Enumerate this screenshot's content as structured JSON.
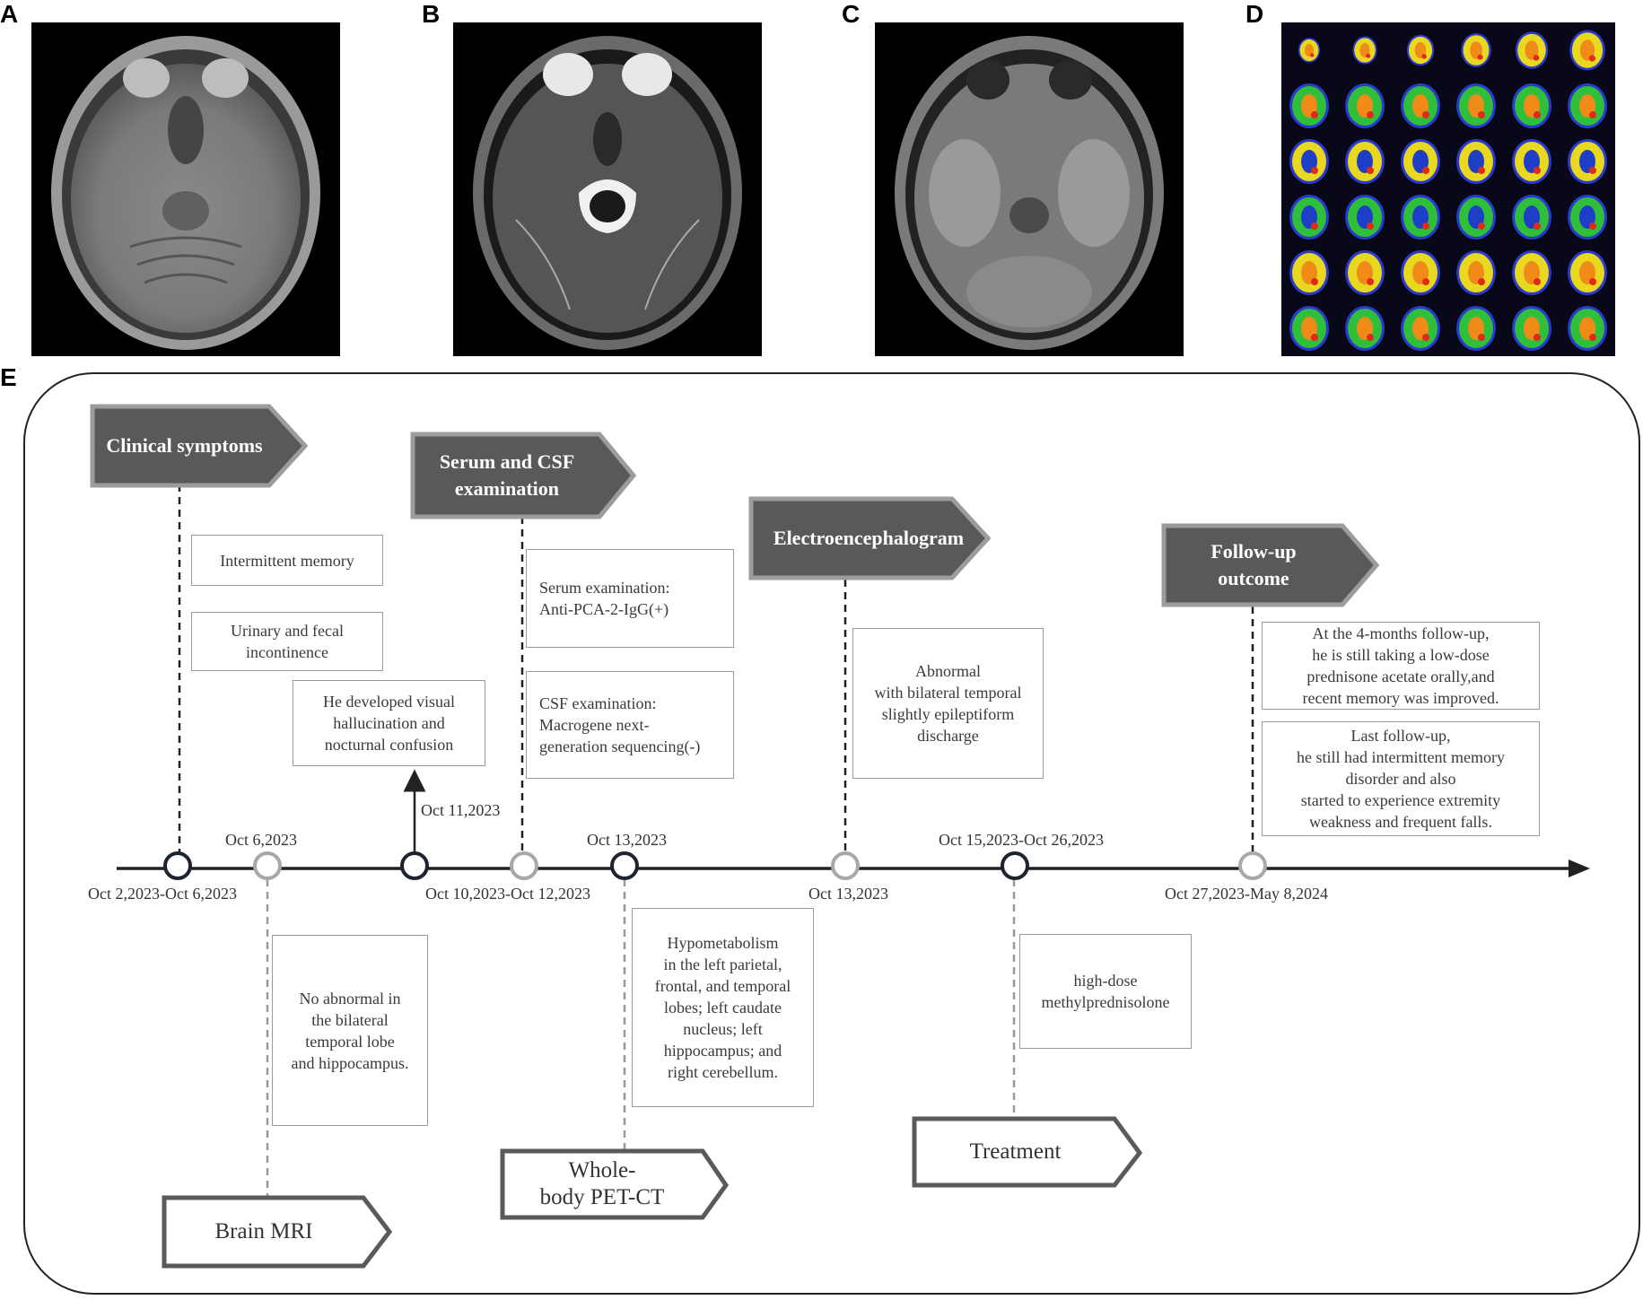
{
  "panels": {
    "a": "A",
    "b": "B",
    "c": "C",
    "d": "D",
    "e": "E"
  },
  "colors": {
    "dark_tag": "#595959",
    "dark_tag_border": "#9c9c9c",
    "light_tag_border": "#5a5a5a",
    "axis": "#222222",
    "node_dark": "#1d2430",
    "node_light": "#a8a8a8"
  },
  "top_headers": {
    "clinical": "Clinical symptoms",
    "serum": "Serum and CSF\nexamination",
    "eeg": "Electroencephalogram",
    "followup": "Follow-up\noutcome"
  },
  "bottom_headers": {
    "mri": "Brain MRI",
    "pet": "Whole-\nbody PET-CT",
    "treatment": "Treatment"
  },
  "boxes": {
    "memory": "Intermittent memory",
    "incontinence": "Urinary and fecal\nincontinence",
    "hallucination": "He developed visual\nhallucination and\nnocturnal confusion",
    "serum_exam": "Serum examination:\nAnti-PCA-2-IgG(+)",
    "csf_exam": "CSF examination:\nMacrogene next-\ngeneration sequencing(-)",
    "eeg_result": "Abnormal\nwith  bilateral temporal\nslightly epileptiform\ndischarge",
    "followup_4m": "At the 4-months follow-up,\nhe is still taking a low-dose\nprednisone acetate orally,and\nrecent memory was improved.",
    "followup_last": "Last follow-up,\nhe still had intermittent memory\ndisorder and also\nstarted to experience extremity\nweakness and frequent falls.",
    "mri_result": "No abnormal in\nthe bilateral\ntemporal lobe\nand hippocampus.",
    "pet_result": "Hypometabolism\nin the left parietal,\nfrontal, and temporal\nlobes; left caudate\nnucleus; left\nhippocampus; and\nright cerebellum.",
    "treatment_detail": "high-dose\nmethylprednisolone"
  },
  "dates": {
    "d1": "Oct 2,2023-Oct 6,2023",
    "d2": "Oct 6,2023",
    "d3": "Oct 11,2023",
    "d4": "Oct 10,2023-Oct 12,2023",
    "d5": "Oct 13,2023",
    "d6": "Oct 13,2023",
    "d7": "Oct 15,2023-Oct 26,2023",
    "d8": "Oct 27,2023-May 8,2024"
  }
}
